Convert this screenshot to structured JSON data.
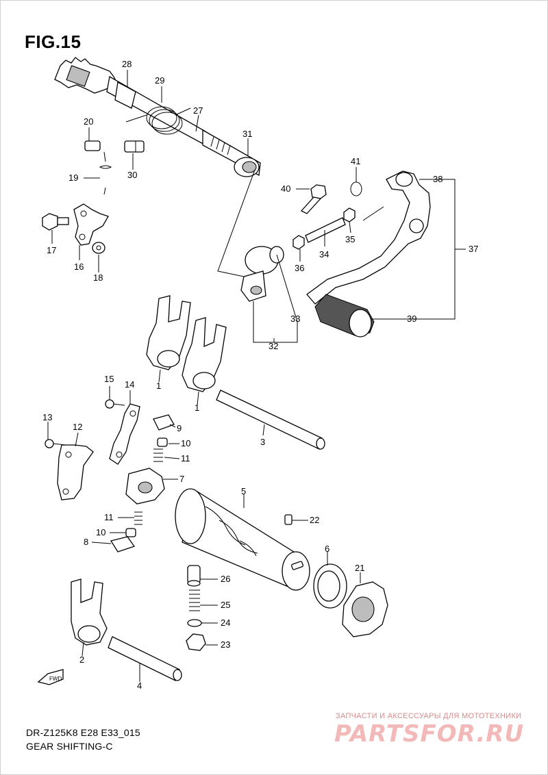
{
  "figure": {
    "title": "FIG.15"
  },
  "footer": {
    "model_code": "DR-Z125K8 E28 E33_015",
    "section_name": "GEAR SHIFTING-C"
  },
  "watermark": {
    "tagline": "ЗАПЧАСТИ И АКСЕССУАРЫ ДЛЯ МОТОТЕХНИКИ",
    "logo": "PARTSFOR.RU",
    "color": "#f3b9b9"
  },
  "fwd_mark": "FWD",
  "callouts": {
    "p1a": "1",
    "p1b": "1",
    "p2": "2",
    "p3": "3",
    "p4": "4",
    "p5": "5",
    "p6": "6",
    "p7": "7",
    "p8": "8",
    "p9": "9",
    "p10a": "10",
    "p10b": "10",
    "p11a": "11",
    "p11b": "11",
    "p12": "12",
    "p13": "13",
    "p14": "14",
    "p15": "15",
    "p16": "16",
    "p17": "17",
    "p18": "18",
    "p19": "19",
    "p20": "20",
    "p21": "21",
    "p22": "22",
    "p23": "23",
    "p24": "24",
    "p25": "25",
    "p26": "26",
    "p27": "27",
    "p28": "28",
    "p29": "29",
    "p30": "30",
    "p31": "31",
    "p32": "32",
    "p33": "33",
    "p34": "34",
    "p35": "35",
    "p36": "36",
    "p37": "37",
    "p38": "38",
    "p39": "39",
    "p40": "40",
    "p41": "41"
  }
}
